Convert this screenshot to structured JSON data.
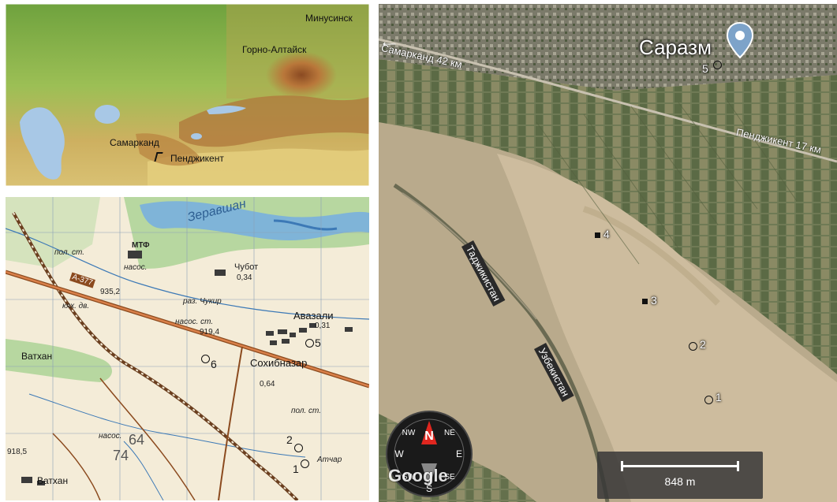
{
  "relief_map": {
    "labels": [
      "Минусинск",
      "Горно-Алтайск",
      "Самарканд",
      "Пенджикент"
    ]
  },
  "topo_map": {
    "labels": [
      "Зеравшан",
      "пол. ст.",
      "МТФ",
      "насос.",
      "Чубот",
      "0,34",
      "935,2",
      "раз. Чукир",
      "кях. дв.",
      "насос. ст.",
      "919,4",
      "Авазали",
      "0,31",
      "Ватхан",
      "Сохибназар",
      "0,64",
      "пол. ст.",
      "насос.",
      "64",
      "74",
      "918,5",
      "Ватхан",
      "Атчар",
      "А-377"
    ],
    "points": [
      {
        "id": "5",
        "label": "5"
      },
      {
        "id": "6",
        "label": "6"
      },
      {
        "id": "2",
        "label": "2"
      },
      {
        "id": "1",
        "label": "1"
      }
    ]
  },
  "satellite_map": {
    "place_name": "Саразм",
    "pin_icon": "location-pin-icon",
    "roads": [
      "Самарканд 42 км",
      "Пенджикент 17 км"
    ],
    "border_labels": [
      "Таджикистан",
      "Узбекистан"
    ],
    "points": [
      {
        "id": "5",
        "label": "5",
        "shape": "circle"
      },
      {
        "id": "4",
        "label": "4",
        "shape": "square"
      },
      {
        "id": "3",
        "label": "3",
        "shape": "square"
      },
      {
        "id": "2",
        "label": "2",
        "shape": "circle"
      },
      {
        "id": "1",
        "label": "1",
        "shape": "circle"
      }
    ],
    "scale_label": "848 m",
    "compass": {
      "north": "N",
      "labels": [
        "NW",
        "NE",
        "W",
        "E",
        "SW",
        "SE",
        "S"
      ]
    },
    "logo_text": "Google"
  }
}
